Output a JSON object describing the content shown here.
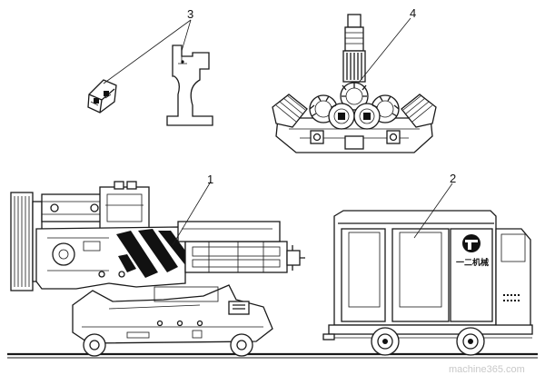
{
  "callouts": {
    "c1": "1",
    "c2": "2",
    "c3": "3",
    "c4": "4"
  },
  "cabinet": {
    "brand_text": "一二机械"
  },
  "watermark": {
    "text": "machine365.com"
  },
  "colors": {
    "line": "#1a1a1a",
    "stripe": "#111111",
    "background": "#ffffff",
    "watermark": "#c8c8c8"
  }
}
